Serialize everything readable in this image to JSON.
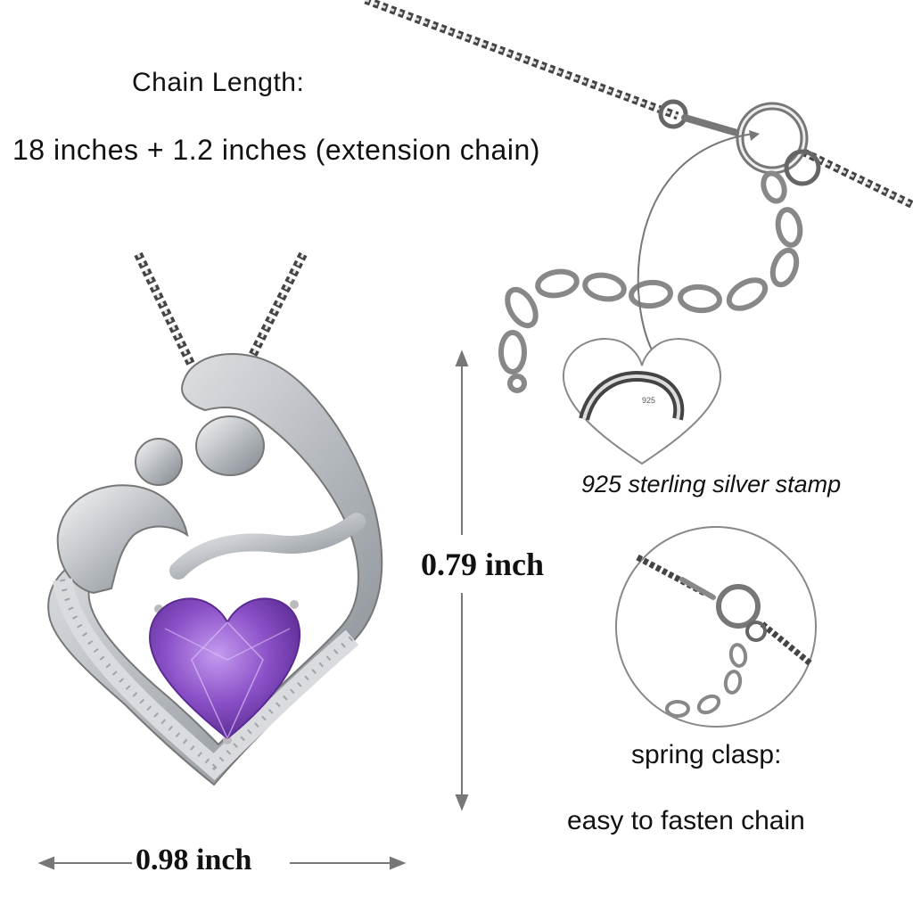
{
  "chain_length": {
    "title": "Chain Length:",
    "value": "18 inches + 1.2 inches (extension chain)"
  },
  "dimensions": {
    "height": "0.79 inch",
    "width": "0.98 inch"
  },
  "stamp_caption": "925 sterling silver stamp",
  "clasp_caption": "spring clasp:",
  "fasten_caption": "easy to fasten chain",
  "stamp_engraving": "925",
  "colors": {
    "amethyst": "#8a4fc6",
    "silver": "#cfd2d6",
    "text": "#111111"
  }
}
